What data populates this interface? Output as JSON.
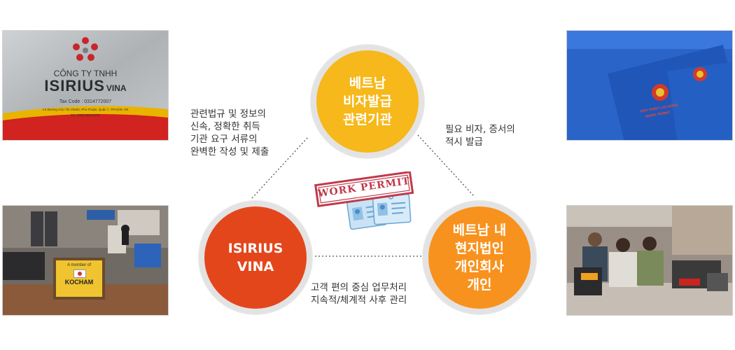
{
  "photos": {
    "signboard": {
      "company_line": "CÔNG TY TNHH",
      "brand_main": "ISIRIUS",
      "brand_suffix": "VINA",
      "tax": "Tax Code : 0314772007",
      "address": "C4 Đường Cửu Thị Chánh, Phú Thuận, Quận 7, TP.HCM, VN",
      "tel": "Tel: 0(28) 3636-9120"
    },
    "office": {
      "plaque_top": "A member of",
      "plaque_brand": "KOCHAM"
    },
    "permits": {
      "card_title": "GIẤY PHÉP LAO ĐỘNG",
      "card_sub": "WORK PERMIT"
    }
  },
  "nodes": {
    "top": {
      "lines": [
        "베트남",
        "비자발급",
        "관련기관"
      ],
      "color": "#f6b81a"
    },
    "left": {
      "lines": [
        "ISIRIUS",
        "VINA"
      ],
      "color": "#e4461c"
    },
    "right": {
      "lines": [
        "베트남 내",
        "현지법인",
        "개인회사",
        "개인"
      ],
      "color": "#f8921e"
    }
  },
  "edges": {
    "left_top": {
      "lines": [
        "관련법규 및 정보의",
        "신속, 정확한 취득",
        "기관 요구 서류의",
        "완벽한 작성 및 제출"
      ]
    },
    "top_right": {
      "lines": [
        "필요 비자, 증서의",
        "적시 발급"
      ]
    },
    "bottom": {
      "lines": [
        "고객 편의 중심 업무처리",
        "지속적/체계적 사후 관리"
      ]
    }
  },
  "stamp": {
    "text": "WORK PERMIT",
    "color": "#c0394a"
  }
}
